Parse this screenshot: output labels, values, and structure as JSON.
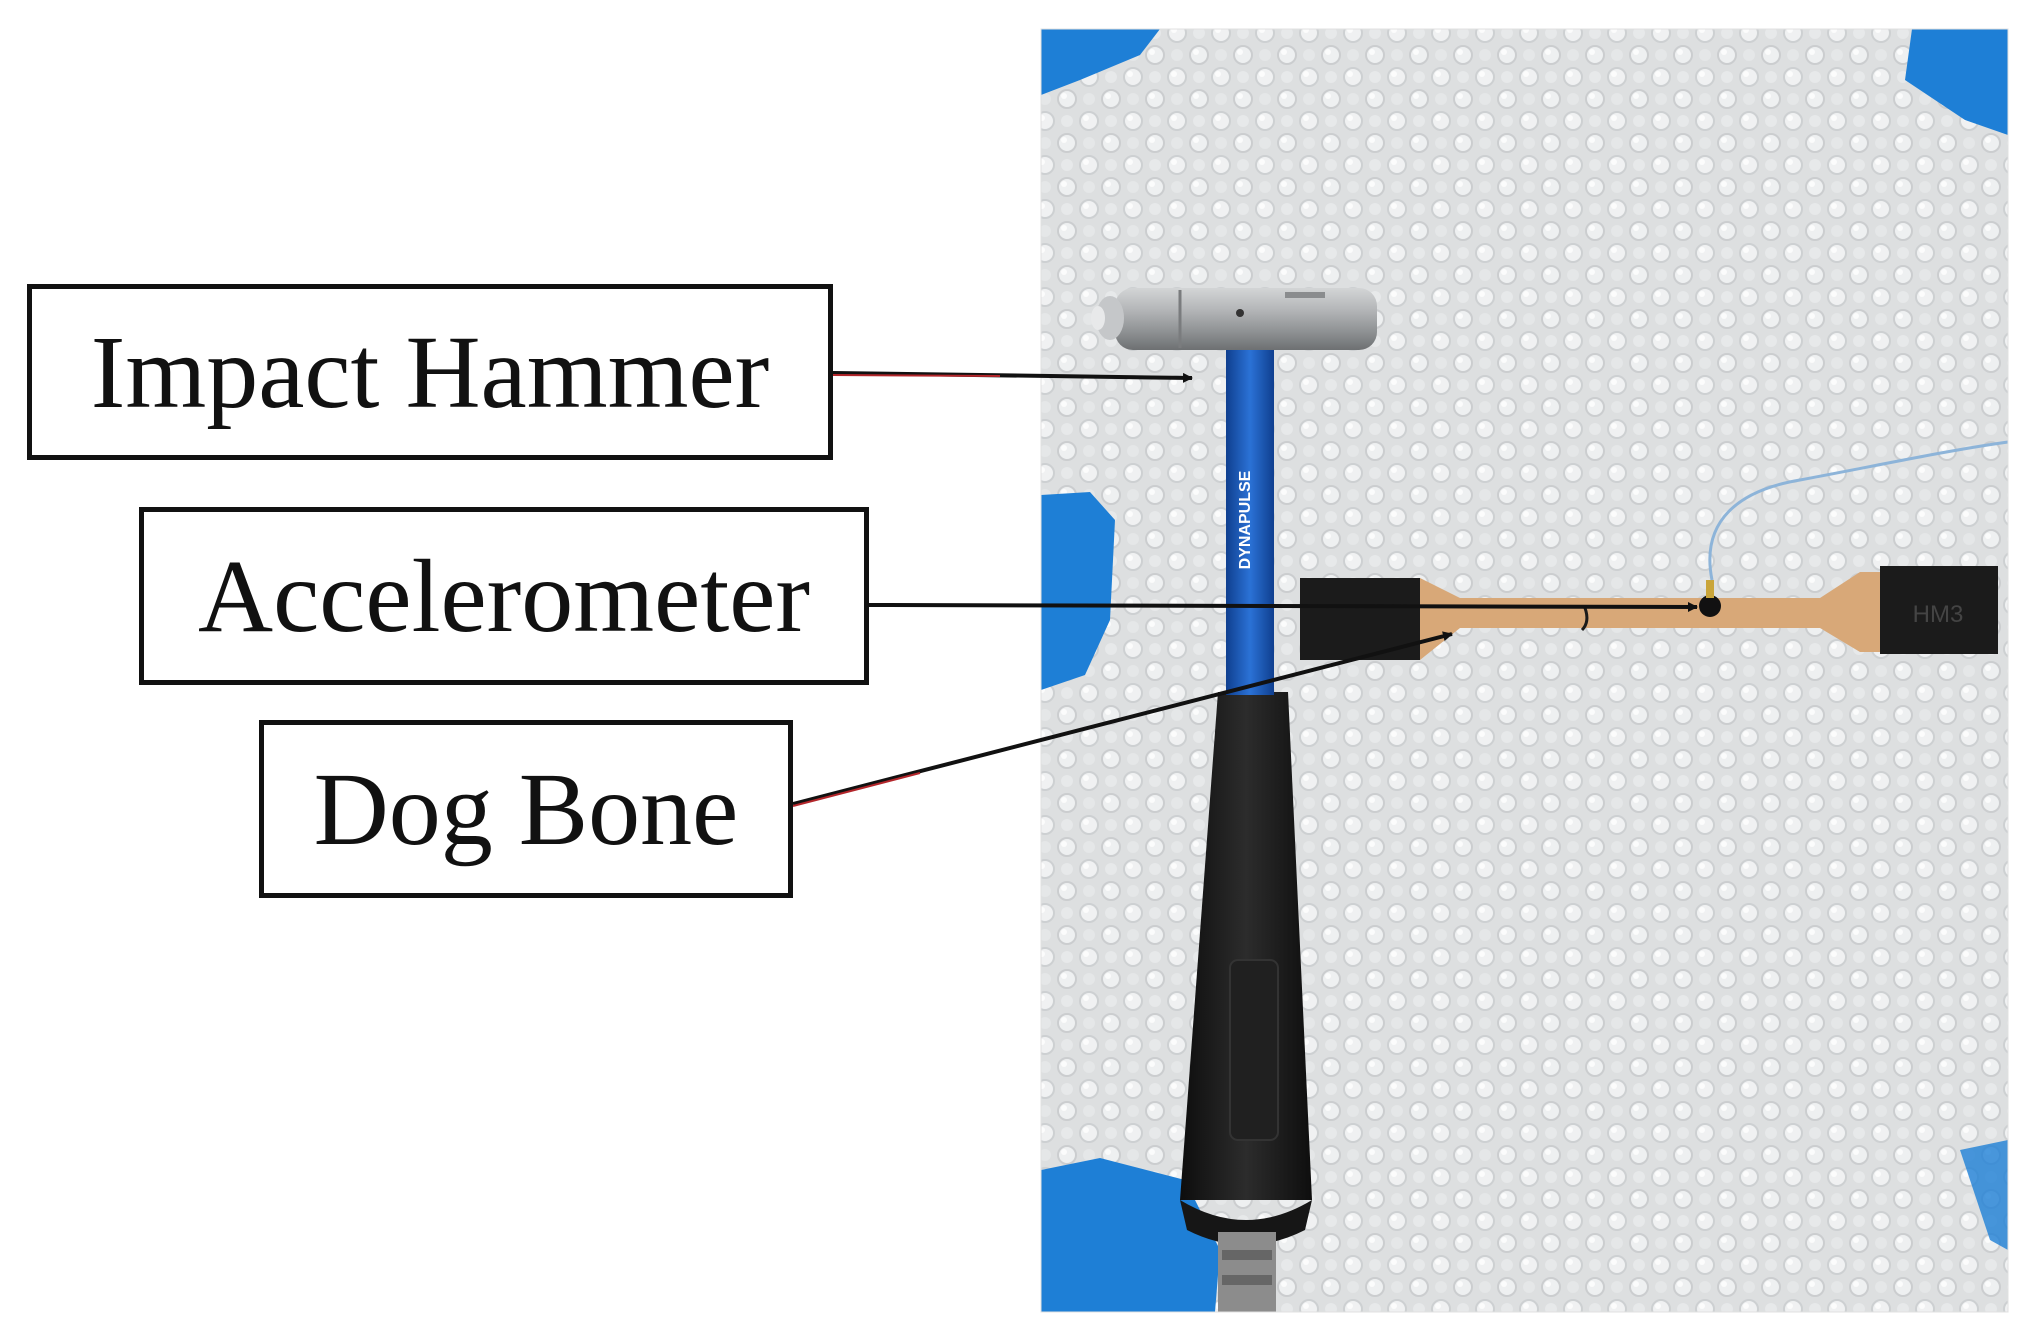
{
  "figure": {
    "labels": {
      "impact_hammer": "Impact Hammer",
      "accelerometer": "Accelerometer",
      "dog_bone": "Dog Bone"
    },
    "photo": {
      "hammer_brand_text": "DYNAPULSE",
      "specimen_marking": "HM3"
    },
    "colors": {
      "arrow": "#111111",
      "arrow_red_tint": "#b3262b",
      "tape_blue": "#1e7fd6",
      "hammer_shaft_blue": "#1b5fc0",
      "hammer_head_steel": "#a9acae",
      "handle_black": "#1a1a1a",
      "specimen_tan": "#d8a878",
      "bubble_wrap": "#dcdedf"
    }
  }
}
